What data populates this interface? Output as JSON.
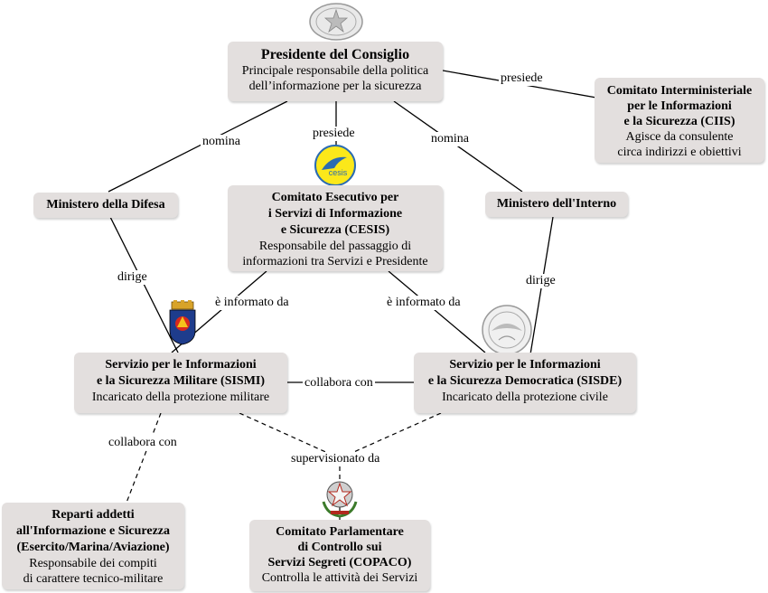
{
  "nodes": {
    "presidente": {
      "title": "Presidente del Consiglio",
      "desc": "Principale responsabile della politica\ndell’informazione per la sicurezza"
    },
    "ciis": {
      "title": "Comitato Interministeriale\nper le Informazioni\ne la Sicurezza (CIIS)",
      "desc": "Agisce da consulente\ncirca indirizzi e obiettivi"
    },
    "difesa": {
      "title": "Ministero della Difesa"
    },
    "interno": {
      "title": "Ministero dell'Interno"
    },
    "cesis": {
      "title": "Comitato Esecutivo per\ni Servizi di Informazione\ne Sicurezza (CESIS)",
      "desc": "Responsabile del passaggio di\ninformazioni tra Servizi e Presidente"
    },
    "sismi": {
      "title": "Servizio per le Informazioni\ne la Sicurezza Militare (SISMI)",
      "desc": "Incaricato della protezione militare"
    },
    "sisde": {
      "title": "Servizio per le Informazioni\ne la Sicurezza Democratica (SISDE)",
      "desc": "Incaricato della protezione civile"
    },
    "reparti": {
      "title": "Reparti addetti\nall'Informazione e Sicurezza\n(Esercito/Marina/Aviazione)",
      "desc": "Responsabile dei compiti\ndi carattere tecnico-militare"
    },
    "copaco": {
      "title": "Comitato Parlamentare\ndi Controllo sui\nServizi Segreti (COPACO)",
      "desc": "Controlla le attività dei Servizi"
    }
  },
  "edge_labels": {
    "presiede_ciis": "presiede",
    "nomina_difesa": "nomina",
    "presiede_cesis": "presiede",
    "nomina_interno": "nomina",
    "dirige_sismi": "dirige",
    "dirige_sisde": "dirige",
    "informato_sismi": "è informato da",
    "informato_sisde": "è informato da",
    "collabora_sismi_sisde": "collabora con",
    "collabora_reparti": "collabora con",
    "supervisionato": "supervisionato da"
  },
  "logos": {
    "cesis_text": "cesis"
  }
}
